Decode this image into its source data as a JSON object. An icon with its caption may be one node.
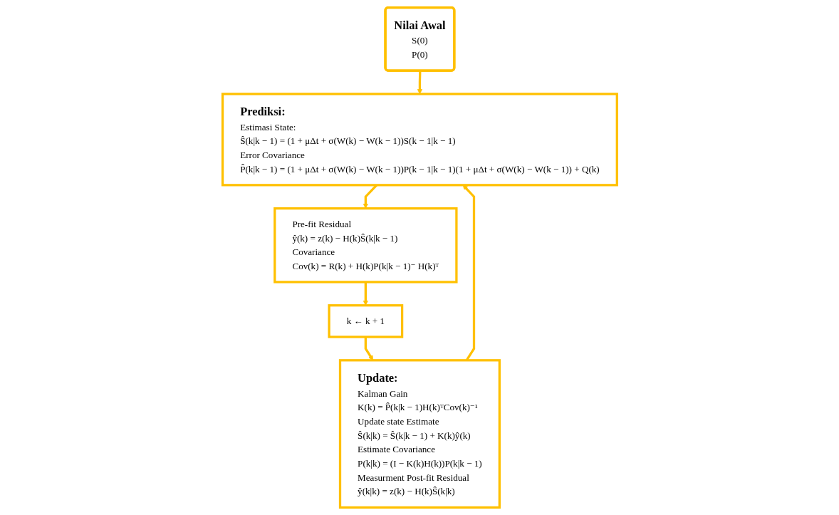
{
  "diagram": {
    "nodes": [
      {
        "text": [
          "Nilai Awal",
          "S(0)",
          "P(0)"
        ]
      },
      {
        "text": [
          "Prediksi:",
          "Estimasi State:",
          "Ŝ(k|k − 1) = (1 +  μΔt +  σ(W(k) − W(k − 1))S(k − 1|k − 1)",
          "Error Covariance",
          "P̂(k|k − 1) = (1 +  μΔt +  σ(W(k) − W(k − 1))P(k − 1|k − 1)(1 +  μΔt +  σ(W(k) − W(k − 1)) + Q(k)"
        ]
      },
      {
        "text": [
          "Pre-fit Residual",
          "ŷ(k) = z(k) − H(k)Ŝ(k|k − 1)",
          "Covariance",
          "Cov(k) = R(k) + H(k)P(k|k − 1)⁻  H(k)ᵀ"
        ]
      },
      {
        "text": [
          "k ← k + 1"
        ]
      },
      {
        "text": [
          "Update:",
          "Kalman Gain",
          "K(k) = P̂(k|k − 1)H(k)ᵀCov(k)⁻¹",
          "Update state Estimate",
          "Ŝ(k|k) = Ŝ(k|k − 1) + K(k)ŷ(k)",
          "Estimate Covariance",
          "P(k|k) = (I − K(k)H(k))P(k|k − 1)",
          "Measurment Post-fit Residual",
          "ŷ(k|k) = z(k) − H(k)Ŝ(k|k)"
        ]
      }
    ],
    "edges": [
      {
        "from": 0,
        "to": 1,
        "arrow": "to"
      },
      {
        "from": 1,
        "to": 2,
        "arrow": "to"
      },
      {
        "from": 2,
        "to": 3,
        "arrow": "to"
      },
      {
        "from": 3,
        "to": 4,
        "arrow": "to"
      },
      {
        "from": 4,
        "to": 1,
        "arrow": "to"
      }
    ]
  }
}
